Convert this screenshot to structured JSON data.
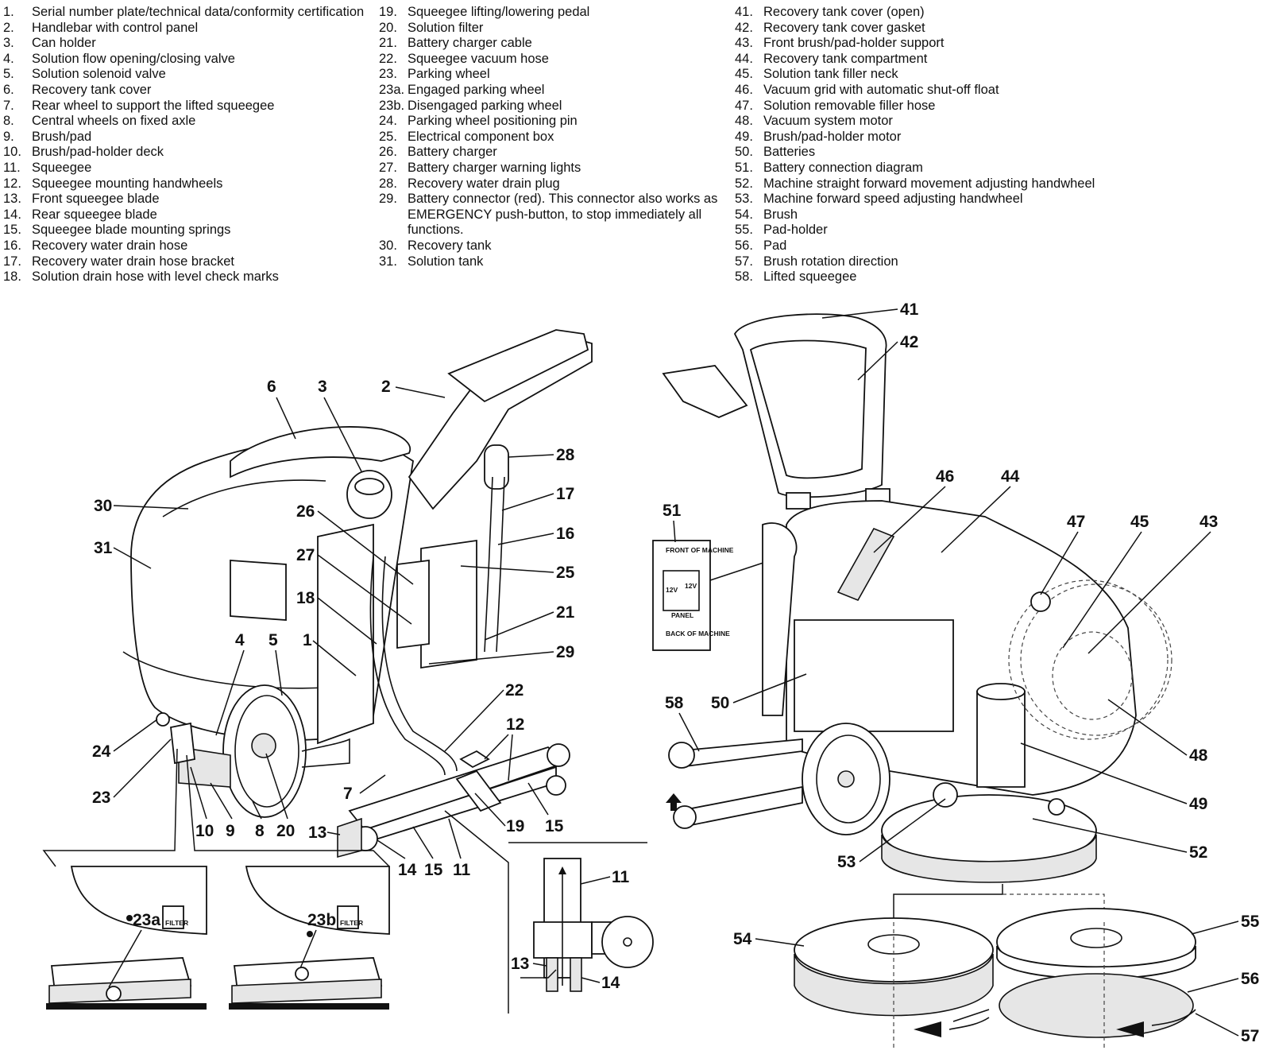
{
  "legend": {
    "col1": [
      {
        "n": "1.",
        "t": "Serial number plate/technical data/conformity certification"
      },
      {
        "n": "2.",
        "t": "Handlebar with control panel"
      },
      {
        "n": "3.",
        "t": "Can holder"
      },
      {
        "n": "4.",
        "t": "Solution flow opening/closing valve"
      },
      {
        "n": "5.",
        "t": "Solution solenoid valve"
      },
      {
        "n": "6.",
        "t": "Recovery tank cover"
      },
      {
        "n": "7.",
        "t": "Rear wheel to support the lifted squeegee"
      },
      {
        "n": "8.",
        "t": "Central wheels on fixed axle"
      },
      {
        "n": "9.",
        "t": "Brush/pad"
      },
      {
        "n": "10.",
        "t": "Brush/pad-holder deck"
      },
      {
        "n": "11.",
        "t": "Squeegee"
      },
      {
        "n": "12.",
        "t": "Squeegee mounting handwheels"
      },
      {
        "n": "13.",
        "t": "Front squeegee blade"
      },
      {
        "n": "14.",
        "t": "Rear squeegee blade"
      },
      {
        "n": "15.",
        "t": "Squeegee blade mounting springs"
      },
      {
        "n": "16.",
        "t": "Recovery water drain hose"
      },
      {
        "n": "17.",
        "t": "Recovery water drain hose bracket"
      },
      {
        "n": "18.",
        "t": "Solution drain hose with level check marks"
      }
    ],
    "col2": [
      {
        "n": "19.",
        "t": "Squeegee lifting/lowering pedal"
      },
      {
        "n": "20.",
        "t": "Solution filter"
      },
      {
        "n": "21.",
        "t": "Battery charger cable"
      },
      {
        "n": "22.",
        "t": "Squeegee vacuum hose"
      },
      {
        "n": "23.",
        "t": "Parking wheel"
      },
      {
        "n": "23a.",
        "t": "Engaged parking wheel"
      },
      {
        "n": "23b.",
        "t": "Disengaged parking wheel"
      },
      {
        "n": "24.",
        "t": "Parking wheel positioning pin"
      },
      {
        "n": "25.",
        "t": "Electrical component box"
      },
      {
        "n": "26.",
        "t": "Battery charger"
      },
      {
        "n": "27.",
        "t": "Battery charger warning lights"
      },
      {
        "n": "28.",
        "t": "Recovery water drain plug"
      },
      {
        "n": "29.",
        "t": "Battery connector (red). This connector also works as EMERGENCY push-button, to stop immediately all functions."
      },
      {
        "n": "30.",
        "t": "Recovery tank"
      },
      {
        "n": "31.",
        "t": "Solution tank"
      }
    ],
    "col3": [
      {
        "n": "41.",
        "t": "Recovery tank cover (open)"
      },
      {
        "n": "42.",
        "t": "Recovery tank cover gasket"
      },
      {
        "n": "43.",
        "t": "Front brush/pad-holder support"
      },
      {
        "n": "44.",
        "t": "Recovery tank compartment"
      },
      {
        "n": "45.",
        "t": "Solution tank filler neck"
      },
      {
        "n": "46.",
        "t": "Vacuum grid with automatic shut-off float"
      },
      {
        "n": "47.",
        "t": "Solution removable filler hose"
      },
      {
        "n": "48.",
        "t": "Vacuum system motor"
      },
      {
        "n": "49.",
        "t": "Brush/pad-holder motor"
      },
      {
        "n": "50.",
        "t": "Batteries"
      },
      {
        "n": "51.",
        "t": "Battery connection diagram"
      },
      {
        "n": "52.",
        "t": "Machine straight forward movement adjusting handwheel"
      },
      {
        "n": "53.",
        "t": "Machine forward speed adjusting handwheel"
      },
      {
        "n": "54.",
        "t": "Brush"
      },
      {
        "n": "55.",
        "t": "Pad-holder"
      },
      {
        "n": "56.",
        "t": "Pad"
      },
      {
        "n": "57.",
        "t": "Brush rotation direction"
      },
      {
        "n": "58.",
        "t": "Lifted squeegee"
      }
    ]
  },
  "callouts": {
    "c41": "41",
    "c42": "42",
    "c6": "6",
    "c3": "3",
    "c2": "2",
    "c28": "28",
    "c17": "17",
    "c30": "30",
    "c31": "31",
    "c26": "26",
    "c16": "16",
    "c27": "27",
    "c25": "25",
    "c18": "18",
    "c21": "21",
    "c29": "29",
    "c4": "4",
    "c5": "5",
    "c1": "1",
    "c22": "22",
    "c12": "12",
    "c24": "24",
    "c23": "23",
    "c7": "7",
    "c10": "10",
    "c9": "9",
    "c8": "8",
    "c20": "20",
    "c13": "13",
    "c19": "19",
    "c15a": "15",
    "c14a": "14",
    "c15b": "15",
    "c11a": "11",
    "c23a": "23a",
    "c23b": "23b",
    "c11b": "11",
    "c13b": "13",
    "c14b": "14",
    "c51": "51",
    "c46": "46",
    "c44": "44",
    "c47": "47",
    "c45": "45",
    "c43": "43",
    "c58": "58",
    "c50": "50",
    "c48": "48",
    "c49": "49",
    "c52": "52",
    "c53": "53",
    "c54": "54",
    "c55": "55",
    "c56": "56",
    "c57": "57"
  },
  "diagram51": {
    "front": "FRONT OF MACHINE",
    "back": "BACK OF MACHINE",
    "v1": "12V",
    "v2": "12V",
    "panel": "PANEL"
  },
  "filter_label": "FILTER"
}
